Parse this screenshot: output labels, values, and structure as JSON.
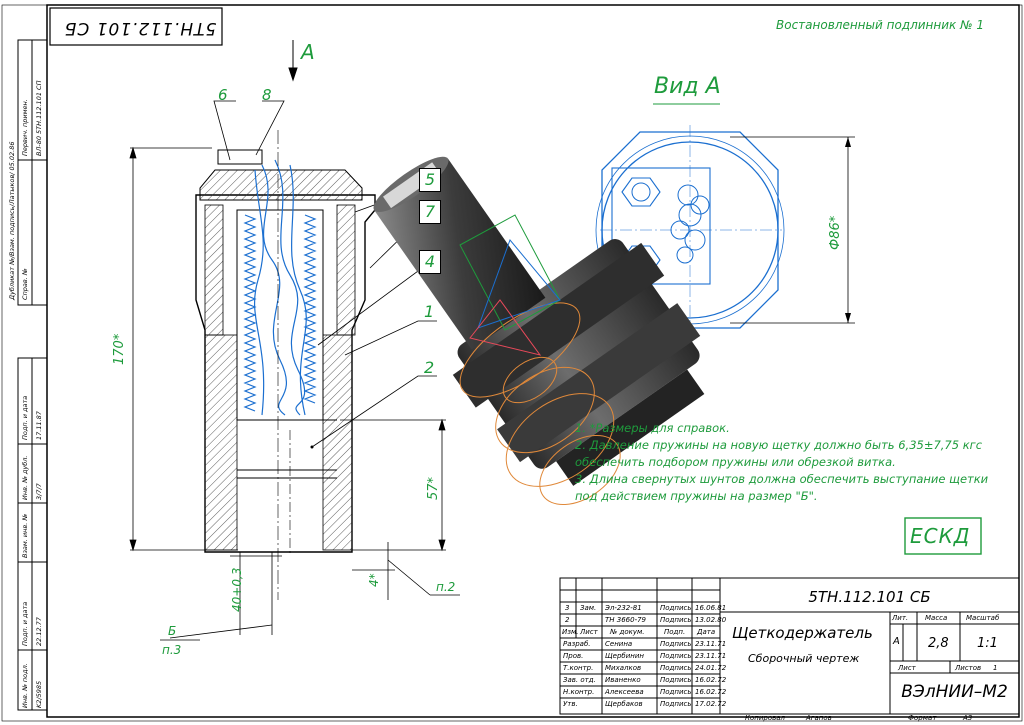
{
  "top_stamp": "5ТН.112.101 СБ",
  "restored_note": "Востановленный подлинник № 1",
  "view_label": "Вид А",
  "arrow_label": "А",
  "dims": {
    "height_total": "170*",
    "height_lower": "57*",
    "diameter": "Ф86*",
    "gap": "4*",
    "bore": "40+0,3"
  },
  "callouts": [
    "6",
    "8",
    "5",
    "7",
    "4",
    "1",
    "2"
  ],
  "refs": {
    "p2": "п.2",
    "p3": "п.3",
    "b": "Б"
  },
  "notes": [
    "1. *Размеры для справок.",
    "2. Давление пружины на новую щетку должно быть 6,35±7,75 кгс",
    "обеспечить подбором пружины или обрезкой витка.",
    "3. Длина свернутых шунтов должна обеспечить выступание щетки",
    "под действием пружины на размер \"Б\"."
  ],
  "eskd": "ЕСКД",
  "left_strip": {
    "primary_use": "Первич. примен.",
    "primary_use_value": "ВЛ-80 5ТН.112.101 СП",
    "ref_no": "Справ. №",
    "replacements": "Дубликат №/Взам. подпись/Латыков/ 05.02.86",
    "sign_date1": "Подп. и дата",
    "sign_date1_val": "17.11.87",
    "dup_no": "Инв. № дубл.",
    "dup_no_val": "3/7/7",
    "replace_inv": "Взам. инв. №",
    "sign_date2": "Подп. и дата",
    "sign_date2_val": "22.12.77",
    "orig_inv": "Инв. № подл.",
    "orig_inv_val": "K2/5985"
  },
  "title_block": {
    "designation": "5ТН.112.101 СБ",
    "name": "Щеткодержатель",
    "subname": "Сборочный чертеж",
    "org": "ВЭлНИИ–М2",
    "lit_label": "Лит.",
    "lit_value": "А",
    "mass_label": "Масса",
    "mass_value": "2,8",
    "scale_label": "Масштаб",
    "scale_value": "1:1",
    "sheet_label": "Лист",
    "sheets_label": "Листов",
    "sheets_value": "1",
    "copied_label": "Копировал",
    "copied_name": "Агапов",
    "format_label": "Формат",
    "format_value": "А3",
    "changes": [
      {
        "n": "3",
        "a": "Зам.",
        "doc": "Эл-232-81",
        "sig": "Подпись",
        "date": "16.06.81"
      },
      {
        "n": "2",
        "a": "",
        "doc": "ТН 3660-79",
        "sig": "Подпись",
        "date": "13.02.80"
      }
    ],
    "header": {
      "a": "Изм.",
      "b": "Лист",
      "c": "№ докум.",
      "d": "Подп.",
      "e": "Дата"
    },
    "people": [
      {
        "role": "Разраб.",
        "name": "Сенина",
        "sig": "Подпись",
        "date": "23.11.71"
      },
      {
        "role": "Пров.",
        "name": "Щербинин",
        "sig": "Подпись",
        "date": "23.11.71"
      },
      {
        "role": "Т.контр.",
        "name": "Михалков",
        "sig": "Подпись",
        "date": "24.01.72"
      },
      {
        "role": "Зав. отд.",
        "name": "Иваненко",
        "sig": "Подпись",
        "date": "16.02.72"
      },
      {
        "role": "Н.контр.",
        "name": "Алексеева",
        "sig": "Подпись",
        "date": "16.02.72"
      },
      {
        "role": "Утв.",
        "name": "Щербаков",
        "sig": "Подпись",
        "date": "17.02.72"
      }
    ]
  }
}
